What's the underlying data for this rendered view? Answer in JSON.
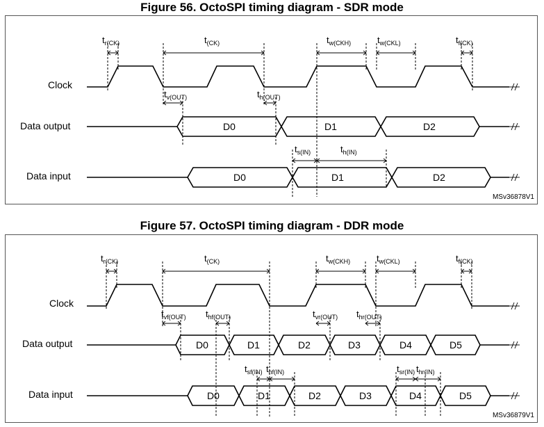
{
  "figure56": {
    "title": "Figure 56. OctoSPI timing diagram - SDR mode",
    "signals": {
      "clock": "Clock",
      "data_output": "Data output",
      "data_input": "Data input"
    },
    "output_data": [
      "D0",
      "D1",
      "D2"
    ],
    "input_data": [
      "D0",
      "D1",
      "D2"
    ],
    "timing": {
      "tr_ck": {
        "main": "t",
        "sub": "r(CK)"
      },
      "t_ck": {
        "main": "t",
        "sub": "(CK)"
      },
      "tw_ckh": {
        "main": "t",
        "sub": "w(CKH)"
      },
      "tw_ckl": {
        "main": "t",
        "sub": "w(CKL)"
      },
      "tf_ck": {
        "main": "t",
        "sub": "f(CK)"
      },
      "tv_out": {
        "main": "t",
        "sub": "v(OUT)"
      },
      "th_out": {
        "main": "t",
        "sub": "h(OUT)"
      },
      "ts_in": {
        "main": "t",
        "sub": "s(IN)"
      },
      "th_in": {
        "main": "t",
        "sub": "h(IN)"
      }
    },
    "ref": "MSv36878V1"
  },
  "figure57": {
    "title": "Figure 57. OctoSPI timing diagram - DDR mode",
    "signals": {
      "clock": "Clock",
      "data_output": "Data output",
      "data_input": "Data input"
    },
    "output_data": [
      "D0",
      "D1",
      "D2",
      "D3",
      "D4",
      "D5"
    ],
    "input_data": [
      "D0",
      "D1",
      "D2",
      "D3",
      "D4",
      "D5"
    ],
    "timing": {
      "tr_ck": {
        "main": "t",
        "sub": "r(CK)"
      },
      "t_ck": {
        "main": "t",
        "sub": "(CK)"
      },
      "tw_ckh": {
        "main": "t",
        "sub": "w(CKH)"
      },
      "tw_ckl": {
        "main": "t",
        "sub": "w(CKL)"
      },
      "tf_ck": {
        "main": "t",
        "sub": "f(CK)"
      },
      "tvf_out": {
        "main": "t",
        "sub": "vf(OUT)"
      },
      "thf_out": {
        "main": "t",
        "sub": "hf(OUT)"
      },
      "tvr_out": {
        "main": "t",
        "sub": "vr(OUT)"
      },
      "thr_out": {
        "main": "t",
        "sub": "hr(OUT)"
      },
      "tsf_in": {
        "main": "t",
        "sub": "sf(IN)"
      },
      "thf_in": {
        "main": "t",
        "sub": "hf(IN)"
      },
      "tsr_in": {
        "main": "t",
        "sub": "sr(IN)"
      },
      "thr_in": {
        "main": "t",
        "sub": "hr(IN)"
      }
    },
    "ref": "MSv36879V1"
  }
}
